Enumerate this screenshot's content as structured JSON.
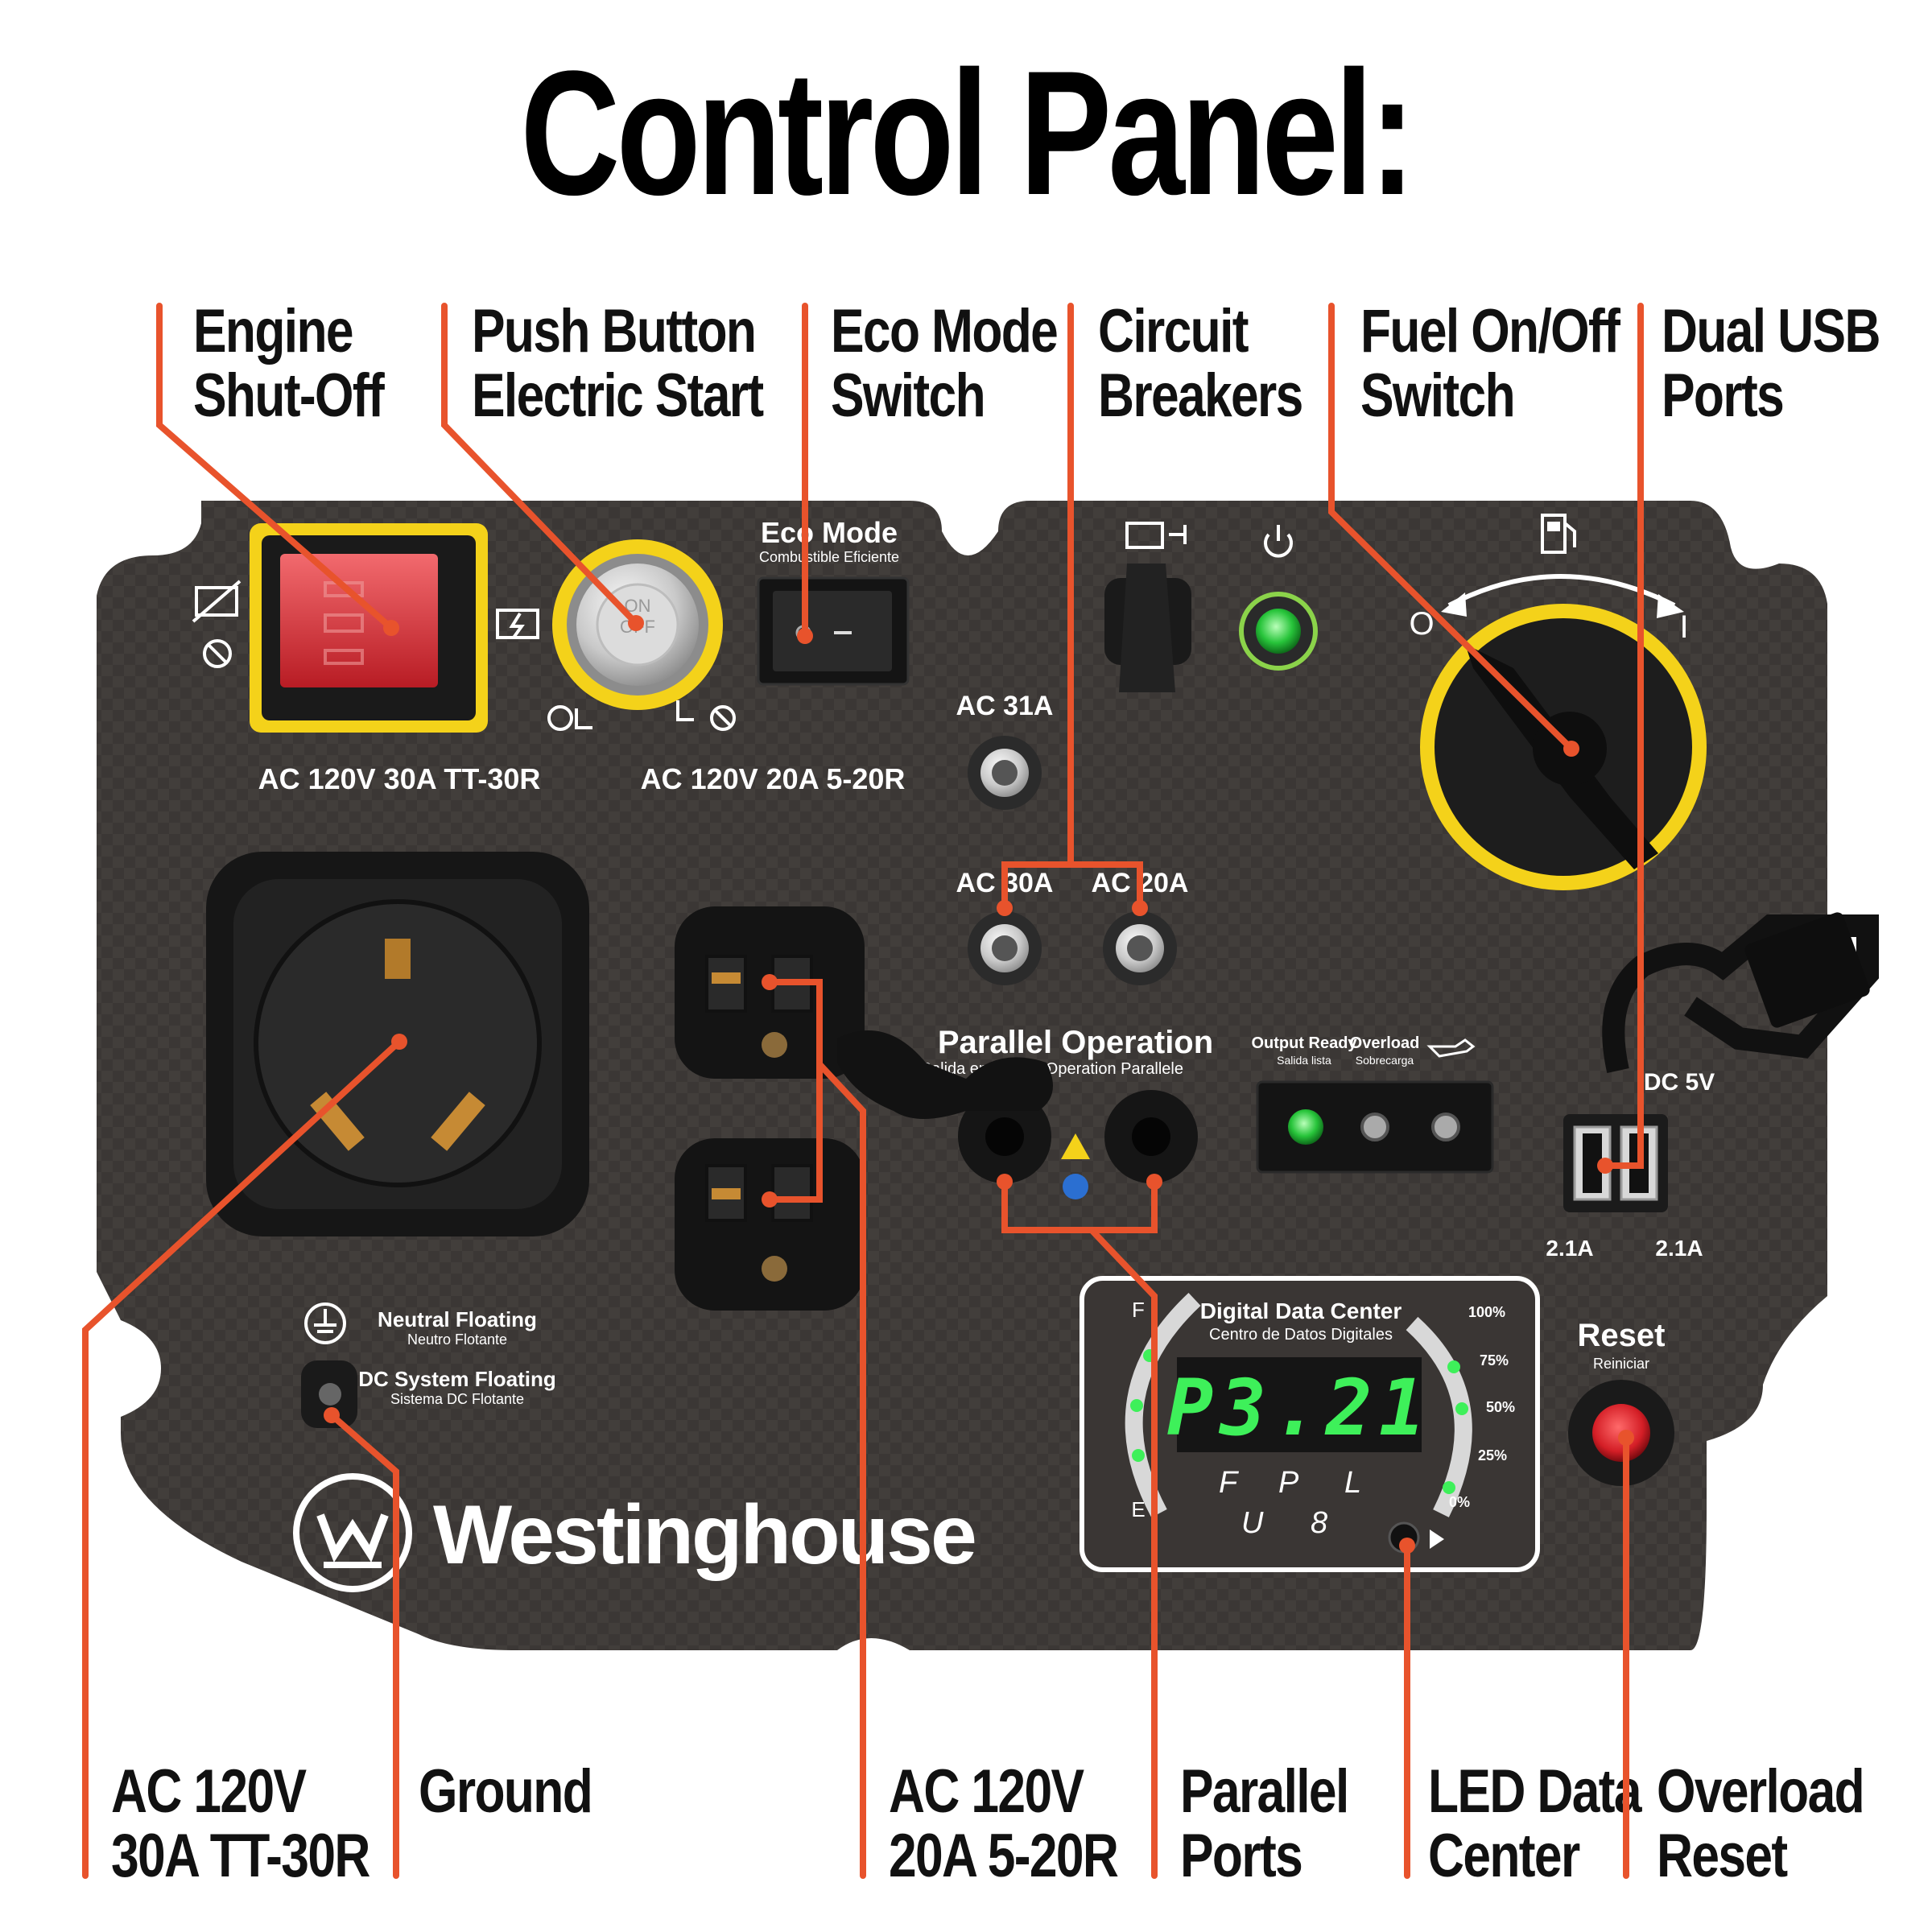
{
  "title": "Control Panel:",
  "callouts_top": [
    {
      "line1": "Engine",
      "line2": "Shut-Off"
    },
    {
      "line1": "Push Button",
      "line2": "Electric Start"
    },
    {
      "line1": "Eco Mode",
      "line2": "Switch"
    },
    {
      "line1": "Circuit",
      "line2": "Breakers"
    },
    {
      "line1": "Fuel On/Off",
      "line2": "Switch"
    },
    {
      "line1": "Dual USB",
      "line2": "Ports"
    }
  ],
  "callouts_bottom": [
    {
      "line1": "AC 120V",
      "line2": "30A TT-30R"
    },
    {
      "line1": "Ground",
      "line2": ""
    },
    {
      "line1": "AC 120V",
      "line2": "20A 5-20R"
    },
    {
      "line1": "Parallel",
      "line2": "Ports"
    },
    {
      "line1": "LED Data",
      "line2": "Center"
    },
    {
      "line1": "Overload",
      "line2": "Reset"
    }
  ],
  "panel": {
    "eco_mode_title": "Eco Mode",
    "eco_mode_sub": "Combustible Eficiente",
    "start_on": "ON",
    "start_off": "OFF",
    "label_30a_outlet": "AC 120V 30A TT-30R",
    "label_20a_outlet": "AC 120V 20A 5-20R",
    "breaker_31a": "AC 31A",
    "breaker_30a": "AC 30A",
    "breaker_20a": "AC 20A",
    "parallel_title": "Parallel Operation",
    "parallel_sub_left": "Salida en Paralelo",
    "parallel_sub_right": "Operation Parallele",
    "output_ready": "Output Ready",
    "output_ready_sub": "Salida lista",
    "overload": "Overload",
    "overload_sub": "Sobrecarga",
    "dc5v": "DC 5V",
    "usb_left": "2.1A",
    "usb_right": "2.1A",
    "neutral_floating": "Neutral Floating",
    "neutral_floating_sub": "Neutro Flotante",
    "dc_system_floating": "DC System Floating",
    "dc_system_floating_sub": "Sistema DC Flotante",
    "brand": "Westinghouse",
    "ddc_title": "Digital Data Center",
    "ddc_sub": "Centro de Datos Digitales",
    "ddc_display": "P3.21",
    "ddc_scale": [
      "100%",
      "75%",
      "50%",
      "25%",
      "0%"
    ],
    "ddc_fuel_f": "F",
    "ddc_fuel_e": "E",
    "reset_title": "Reset",
    "reset_sub": "Reiniciar",
    "fuel_off": "O",
    "fuel_on": "I"
  },
  "colors": {
    "callout_line": "#e8532c",
    "panel": "#3a3634",
    "yellow": "#f4d21a",
    "led_green": "#35d24a",
    "red_switch": "#e0343a"
  }
}
